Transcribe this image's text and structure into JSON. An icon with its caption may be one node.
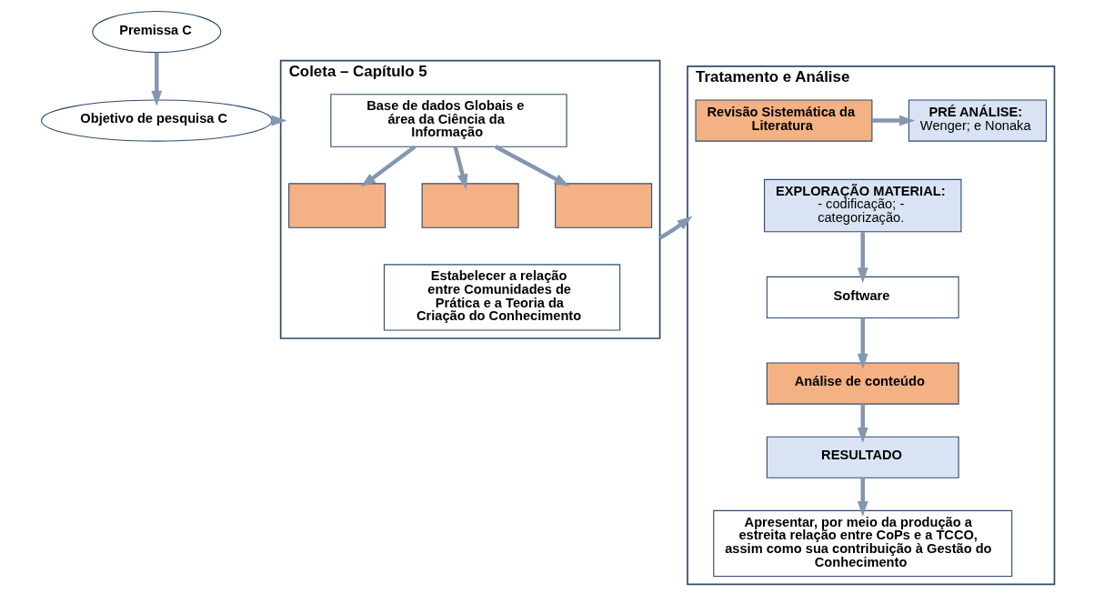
{
  "diagram": {
    "nodes": [
      {
        "text": [
          "Premissa C"
        ]
      },
      {
        "text": [
          "Objetivo de pesquisa C"
        ]
      },
      {
        "text": [
          "Coleta – Capítulo 5"
        ]
      },
      {
        "text": [
          "Base de dados Globais e área da Ciência da Informação"
        ],
        "in": 2
      },
      {
        "text": [],
        "shape": "box",
        "in": 2
      },
      {
        "text": [],
        "shape": "box",
        "in": 2
      },
      {
        "text": [],
        "shape": "box",
        "in": 2
      },
      {
        "text": [
          "Estabelecer a relação entre Comunidades de Prática e a Teoria da Criação do Conhecimento"
        ],
        "in": 2
      },
      {
        "text": [
          "Tratamento e Análise"
        ]
      },
      {
        "text": [
          "Revisão Sistemática da Literatura"
        ],
        "in": 8
      },
      {
        "text": [
          "PRÉ ANÁLISE:",
          "Wenger; e Nonaka"
        ],
        "in": 8
      },
      {
        "text": [
          "EXPLORAÇÃO MATERIAL:",
          "- codificação; - categorização."
        ],
        "in": 8
      },
      {
        "text": [
          "Software"
        ],
        "in": 8
      },
      {
        "text": [
          "Análise de conteúdo"
        ],
        "in": 8
      },
      {
        "text": [
          "RESULTADO"
        ],
        "in": 8
      },
      {
        "text": [
          "Apresentar, por meio da produção a estreita relação entre CoPs e a TCCO, assim como sua contribuição à Gestão do Conhecimento"
        ],
        "in": 8
      }
    ],
    "edges": [
      {
        "from": 0,
        "to": 1,
        "arrow": "to"
      },
      {
        "from": 1,
        "to": 2,
        "arrow": "to"
      },
      {
        "from": 3,
        "to": 4,
        "arrow": "to"
      },
      {
        "from": 3,
        "to": 5,
        "arrow": "to"
      },
      {
        "from": 3,
        "to": 6,
        "arrow": "to"
      },
      {
        "from": 2,
        "to": 8,
        "arrow": "to"
      },
      {
        "from": 9,
        "to": 10,
        "arrow": "to"
      },
      {
        "from": 11,
        "to": 12,
        "arrow": "to"
      },
      {
        "from": 12,
        "to": 13,
        "arrow": "to"
      },
      {
        "from": 13,
        "to": 14,
        "arrow": "to"
      },
      {
        "from": 14,
        "to": 15,
        "arrow": "to"
      }
    ]
  }
}
